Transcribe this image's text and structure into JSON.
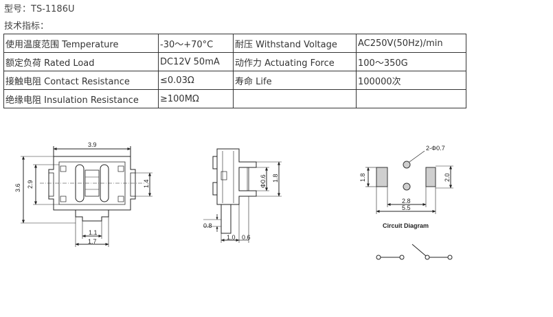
{
  "header": {
    "model_line": "型号：TS-1186U",
    "spec_title": "技术指标："
  },
  "spec_table": {
    "rows": [
      [
        "使用温度范围 Temperature",
        "-30～+70°C",
        "耐压 Withstand Voltage",
        "AC250V(50Hz)/min"
      ],
      [
        "额定负荷 Rated Load",
        "DC12V 50mA",
        "动作力 Actuating Force",
        "100～350G"
      ],
      [
        "接触电阻 Contact Resistance",
        "≤0.03Ω",
        "寿命 Life",
        "100000次"
      ],
      [
        "绝缘电阻 Insulation Resistance",
        "≥100MΩ",
        "",
        ""
      ]
    ]
  },
  "drawings": {
    "top_view": {
      "width_dim": "3.9",
      "height_dim": "3.6",
      "inner_height_dim": "2.9",
      "pad_height_dim": "1.4",
      "lead_width_dim": "1.1",
      "lead_outer_dim": "1.7"
    },
    "side_view": {
      "dia_dim": "Φ0.6",
      "height_dim": "1.8",
      "offset_dim": "0.8",
      "bottom_dim": "1.0",
      "bottom_small_dim": "0.6"
    },
    "footprint": {
      "hole_label": "2-Φ0.7",
      "left_height_dim": "1.8",
      "right_height_dim": "2.0",
      "inner_dim": "2.8",
      "outer_dim": "5.5",
      "caption": "Circuit Diagram"
    }
  }
}
